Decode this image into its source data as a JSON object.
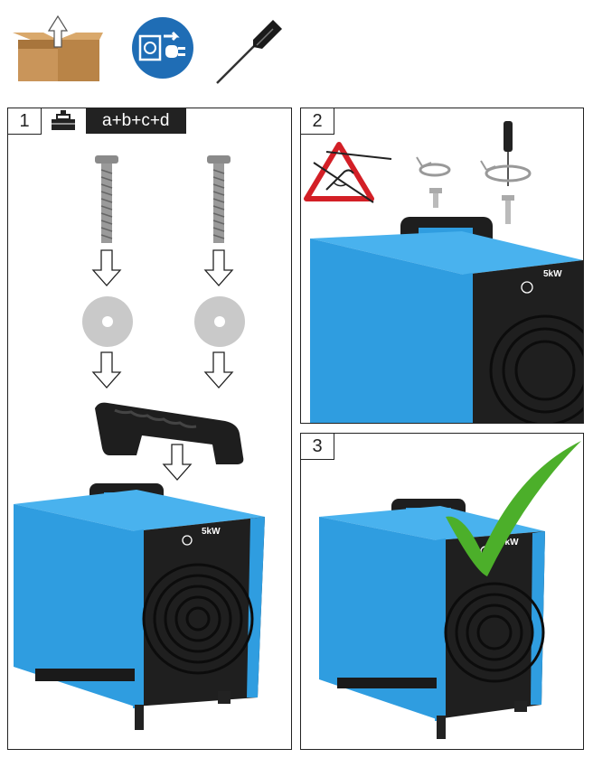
{
  "top_icons": [
    {
      "icon": "unpack-box-icon"
    },
    {
      "icon": "disconnect-plug-icon"
    },
    {
      "icon": "screwdriver-icon"
    }
  ],
  "panels": [
    {
      "step": "1",
      "label": "a+b+c+d",
      "icon": "toolbox-icon"
    },
    {
      "step": "2",
      "icon": "no-power-screwdriver-warning-icon"
    },
    {
      "step": "3",
      "icon": "checkmark-icon"
    }
  ],
  "heater": {
    "power_label": "5kW",
    "body_color": "#2f9de0",
    "front_color": "#222222"
  },
  "colors": {
    "check": "#4caf2a",
    "warning": "#d31f26"
  }
}
